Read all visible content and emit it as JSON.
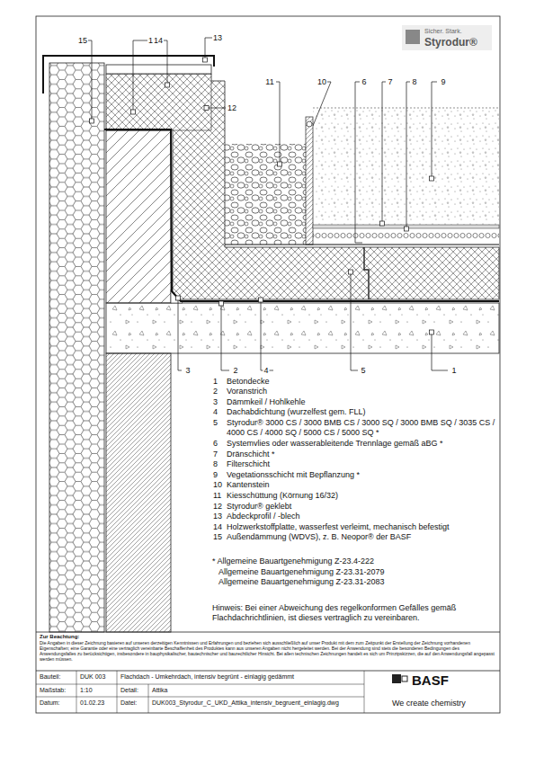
{
  "diagram": {
    "title": "Flachdach - Umkehrdach, intensiv begrünt - einlagig gedämmt",
    "labels": [
      "15",
      "12",
      "14",
      "13",
      "12",
      "11",
      "10",
      "6",
      "7",
      "8",
      "9",
      "3",
      "2",
      "4",
      "5",
      "1",
      "1",
      "Betondecke",
      "2",
      "Voranstrich",
      "3",
      "Dämmkeil / Hohlkehle",
      "4",
      "Dachabdichtung (wurzelfest gem. FLL)",
      "5",
      "Styrodur® 3000 CS / 3000 BMB CS / 3000 SQ / 3000 BMB SQ / 3035 CS / 4000 CS / 4000 SQ / 5000 CS / 5000 SQ *",
      "6",
      "Systemvlies oder wasserableitende Trennlage gemäß aBG *",
      "7",
      "Dränschicht *",
      "8",
      "Filterschicht",
      "9",
      "Vegetationsschicht mit Bepflanzung *",
      "10",
      "Kantenstein",
      "11",
      "Kiesschüttung (Körnung 16/32)",
      "12",
      "Styrodur® geklebt",
      "13",
      "Abdeckprofil / -blech",
      "14",
      "Holzwerkstoffplatte, wasserfest verleimt, mechanisch befestigt",
      "15",
      "Außendämmung (WDVS), z. B. Neopor® der BASF",
      "* Allgemeine Bauartgenehmigung Z-23.4-222",
      "Allgemeine Bauartgenehmigung Z-23.31-2079",
      "Allgemeine Bauartgenehmigung Z-23.31-2083",
      "Hinweis: Bei einer Abweichung des regelkonformen Gefälles gemäß Flachdachrichtlinien, ist dieses vertraglich zu vereinbaren.",
      "Zur Beachtung:",
      "Die Angaben in dieser Zeichnung basieren auf unseren derzeitigen Kenntnissen und Erfahrungen und beziehen sich ausschließlich auf unser Produkt mit dem zum Zeitpunkt der Erstellung der Zeichnung vorhandenen Eigenschaften; eine Garantie oder eine vertraglich vereinbarte Beschaffenheit des Produktes kann aus unseren Angaben nicht hergeleitet werden. Bei der Anwendung sind stets die besonderen Bedingungen des Anwendungsfalles zu berücksichtigen, insbesondere in bauphysikalischer, bautechnischer und baurechtlicher Hinsicht. Bei allen technischen Zeichnungen handelt es sich um Prinzipskizzen, die auf den Anwendungsfall angepasst werden müssen.",
      "Bauteil:",
      "DUK 003",
      "Maßstab:",
      "1:10",
      "Detail:",
      "Attika",
      "Datum:",
      "01.02.23",
      "Datei:",
      "DUK003_Styrodur_C_UKD_Attika_intensiv_begruent_einlagig.dwg",
      "BASF",
      "We create chemistry",
      "Sicher. Stark.",
      "Styrodur®"
    ]
  }
}
